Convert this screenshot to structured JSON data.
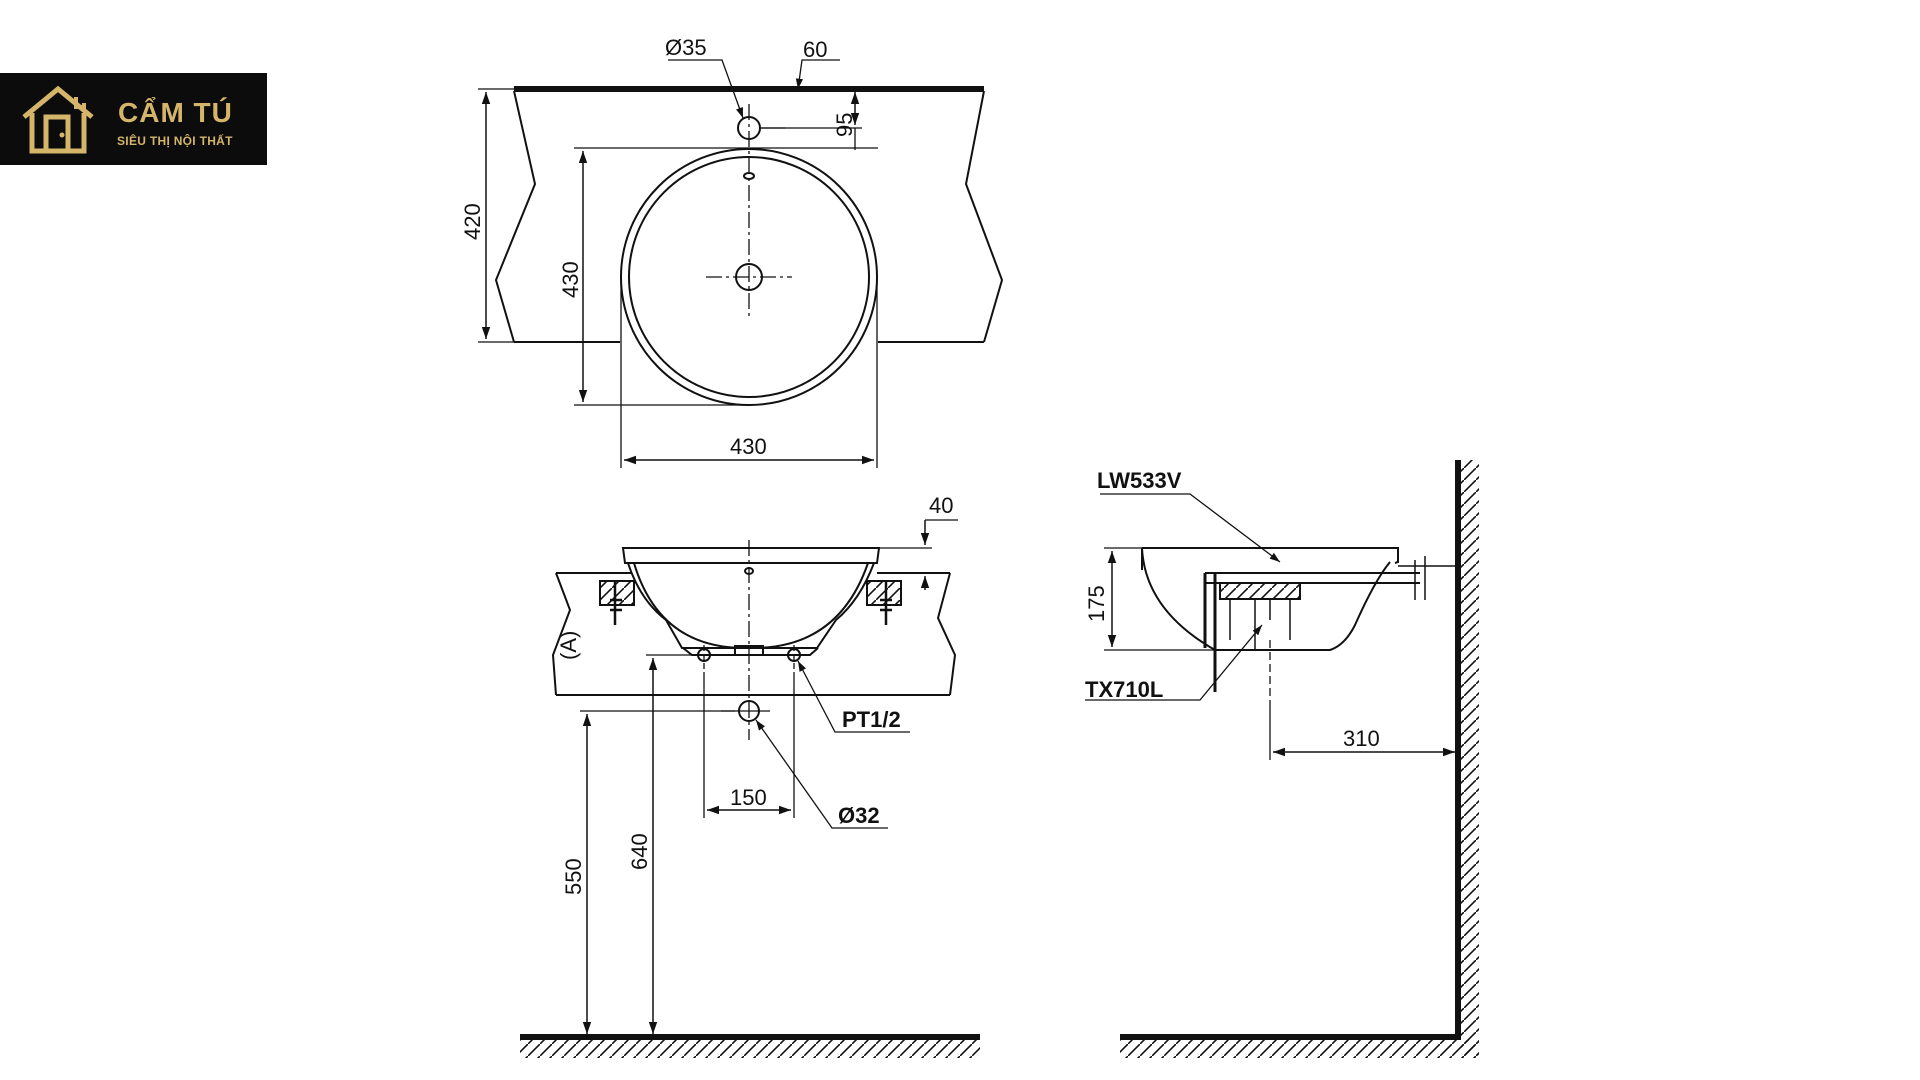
{
  "logo": {
    "name": "CẨM TÚ",
    "tagline": "SIÊU THỊ NỘI THẤT",
    "icon": "house-icon",
    "color": "#d4b56a",
    "background": "#0c0c0c"
  },
  "top_view": {
    "dims": {
      "faucet_hole": "Ø35",
      "edge": "60",
      "hole_offset": "95",
      "counter_depth": "420",
      "bowl_depth": "430",
      "bowl_width": "430"
    }
  },
  "front_view": {
    "dims": {
      "rim_height": "40",
      "zone": "(A)",
      "supply": "PT1/2",
      "supply_spacing": "150",
      "drain": "Ø32",
      "drain_height": "550",
      "supply_height": "640"
    }
  },
  "side_view": {
    "labels": {
      "basin_model": "LW533V",
      "bracket_model": "TX710L"
    },
    "dims": {
      "height": "175",
      "wall_distance": "310"
    }
  }
}
